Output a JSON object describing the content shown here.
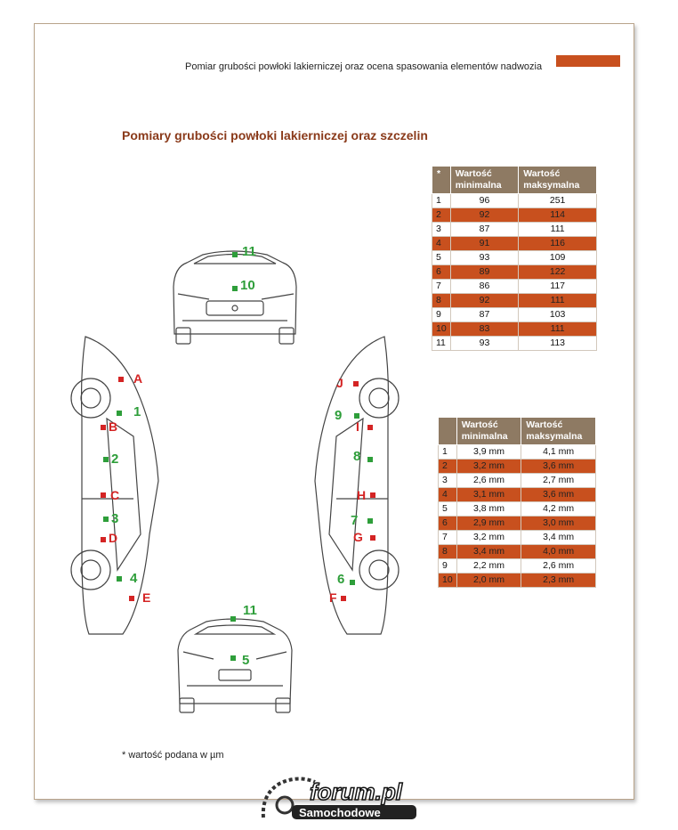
{
  "header": {
    "text": "Pomiar grubości  powłoki lakierniczej oraz ocena spasowania elementów nadwozia"
  },
  "title": "Pomiary  grubości  powłoki  lakierniczej  oraz  szczelin",
  "table1": {
    "headers": [
      "*",
      "Wartość minimalna",
      "Wartość maksymalna"
    ],
    "rows": [
      [
        "1",
        "96",
        "251"
      ],
      [
        "2",
        "92",
        "114"
      ],
      [
        "3",
        "87",
        "111"
      ],
      [
        "4",
        "91",
        "116"
      ],
      [
        "5",
        "93",
        "109"
      ],
      [
        "6",
        "89",
        "122"
      ],
      [
        "7",
        "86",
        "117"
      ],
      [
        "8",
        "92",
        "111"
      ],
      [
        "9",
        "87",
        "103"
      ],
      [
        "10",
        "83",
        "111"
      ],
      [
        "11",
        "93",
        "113"
      ]
    ]
  },
  "table2": {
    "headers": [
      "",
      "Wartość minimalna",
      "Wartość maksymalna"
    ],
    "rows": [
      [
        "1",
        "3,9 mm",
        "4,1 mm"
      ],
      [
        "2",
        "3,2 mm",
        "3,6 mm"
      ],
      [
        "3",
        "2,6 mm",
        "2,7 mm"
      ],
      [
        "4",
        "3,1 mm",
        "3,6 mm"
      ],
      [
        "5",
        "3,8 mm",
        "4,2 mm"
      ],
      [
        "6",
        "2,9 mm",
        "3,0 mm"
      ],
      [
        "7",
        "3,2 mm",
        "3,4 mm"
      ],
      [
        "8",
        "3,4 mm",
        "4,0 mm"
      ],
      [
        "9",
        "2,2 mm",
        "2,6 mm"
      ],
      [
        "10",
        "2,0 mm",
        "2,3 mm"
      ]
    ]
  },
  "footnote": "* wartość podana  w µm",
  "diagram": {
    "thickness_points": [
      "1",
      "2",
      "3",
      "4",
      "5",
      "6",
      "7",
      "8",
      "9",
      "10",
      "11",
      "11"
    ],
    "gap_points": [
      "A",
      "B",
      "C",
      "D",
      "E",
      "F",
      "G",
      "H",
      "I",
      "J"
    ],
    "colors": {
      "thickness": "#2e9e3a",
      "gap": "#d42424",
      "accent": "#c8501e"
    }
  },
  "logo": {
    "text_top": "forum.pl",
    "text_bottom": "Samochodowe"
  }
}
